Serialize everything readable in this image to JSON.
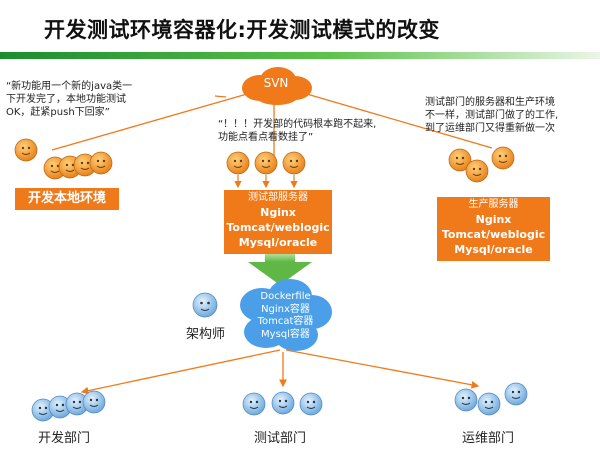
{
  "title": "开发测试环境容器化:开发测试模式的改变",
  "svn": {
    "label": "SVN"
  },
  "notes": {
    "dev": [
      "“新功能用一个新的java类一",
      "下开发完了，本地功能测试",
      "OK，赶紧push下回家”"
    ],
    "test": [
      "“！！！开发部的代码根本跑不起来,",
      "功能点看点看数挂了”"
    ],
    "ops": [
      "测试部门的服务器和生产环境",
      "不一样，测试部门做了的工作,",
      "到了运维部门又得重新做一次"
    ]
  },
  "dev_env": {
    "label": "开发本地环境"
  },
  "test_server": {
    "heading": "测试部服务器",
    "lines": [
      "Nginx",
      "Tomcat/weblogic",
      "Mysql/oracle"
    ]
  },
  "prod_server": {
    "heading": "生产服务器",
    "lines": [
      "Nginx",
      "Tomcat/weblogic",
      "Mysql/oracle"
    ]
  },
  "architect": {
    "label": "架构师"
  },
  "container_cloud": {
    "lines": [
      "Dockerfile",
      "Nginx容器",
      "Tomcat容器",
      "Mysql容器"
    ]
  },
  "departments": {
    "dev": "开发部门",
    "test": "测试部门",
    "ops": "运维部门"
  },
  "colors": {
    "accent": "#f07a1a",
    "cloud": "#4b9fe8",
    "face": "#f59a23",
    "face_blue": "#8fc3ea",
    "arrow": "#7cc25a"
  }
}
